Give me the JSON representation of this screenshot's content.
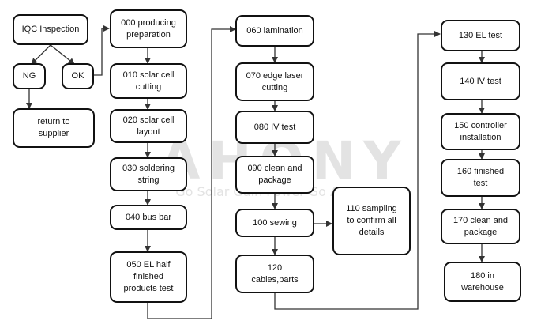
{
  "watermark": {
    "brand": "AHONY",
    "slogan": "Go Solar Gain Power Go Anywhere"
  },
  "steps": {
    "iqc": "IQC Inspection",
    "ng": "NG",
    "ok": "OK",
    "return": "return to\nsupplier",
    "s000": "000 producing\npreparation",
    "s010": "010 solar cell\ncutting",
    "s020": "020 solar cell\nlayout",
    "s030": "030 soldering\nstring",
    "s040": "040 bus bar",
    "s050": "050 EL half\nfinished\nproducts test",
    "s060": "060 lamination",
    "s070": "070 edge laser\ncutting",
    "s080": "080 IV test",
    "s090": "090 clean and\npackage",
    "s100": "100 sewing",
    "s110": "110 sampling\nto confirm all\ndetails",
    "s120": "120\ncables,parts",
    "s130": "130 EL test",
    "s140": "140 IV test",
    "s150": "150 controller\ninstallation",
    "s160": "160 finished\ntest",
    "s170": "170 clean and\npackage",
    "s180": "180 in\nwarehouse"
  }
}
